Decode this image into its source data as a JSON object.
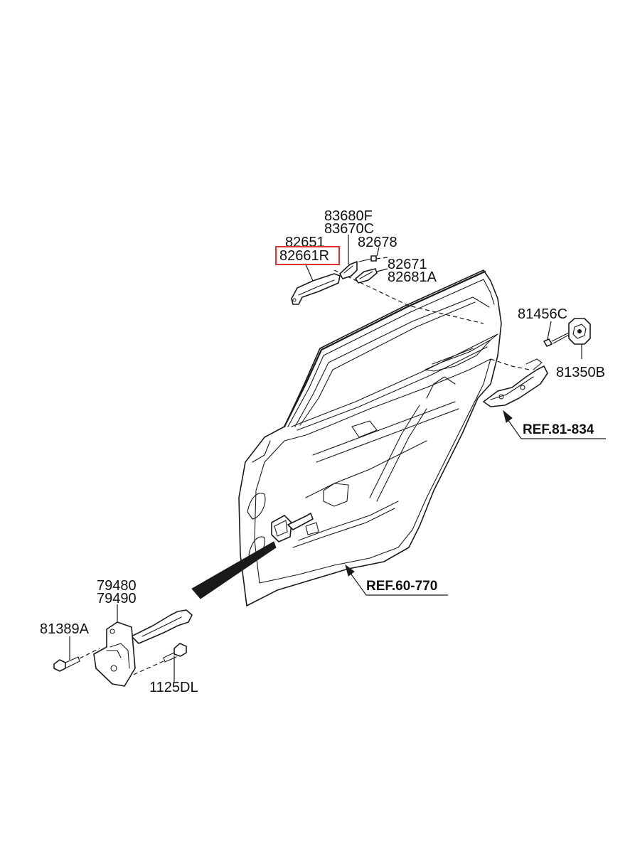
{
  "labels": {
    "p83680F": "83680F",
    "p83670C": "83670C",
    "p82651": "82651",
    "p82661R": "82661R",
    "p82678": "82678",
    "p82671": "82671",
    "p82681A": "82681A",
    "p81456C": "81456C",
    "p81350B": "81350B",
    "p79480": "79480",
    "p79490": "79490",
    "p81389A": "81389A",
    "p1125DL": "1125DL"
  },
  "refs": {
    "ref81834": "REF.81-834",
    "ref60770": "REF.60-770"
  },
  "highlight": {
    "color": "#e03030",
    "target": "82661R"
  }
}
